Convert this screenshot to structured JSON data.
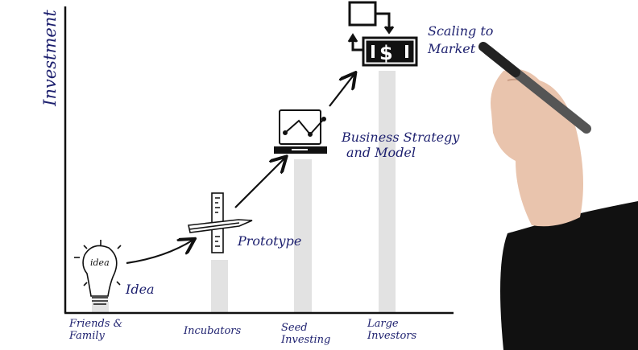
{
  "y_axis_label": "Investment",
  "categories": [
    {
      "label": "Friends & Family",
      "lines": [
        "Friends &",
        "Family"
      ],
      "relative_level": 0.04
    },
    {
      "label": "Incubators",
      "lines": [
        "Incubators"
      ],
      "relative_level": 0.22
    },
    {
      "label": "Seed Investing",
      "lines": [
        "Seed",
        "Investing"
      ],
      "relative_level": 0.63
    },
    {
      "label": "Large Investors",
      "lines": [
        "Large",
        "Investors"
      ],
      "relative_level": 1.0
    }
  ],
  "steps": [
    {
      "lines": [
        "Idea"
      ],
      "icon": "lightbulb-icon",
      "icon_text": "idea"
    },
    {
      "lines": [
        "Prototype"
      ],
      "icon": "pencil-ruler-icon"
    },
    {
      "lines": [
        "Business Strategy",
        "and Model"
      ],
      "icon": "laptop-chart-icon"
    },
    {
      "lines": [
        "Scaling to",
        "Market"
      ],
      "icon": "money-exchange-icon"
    }
  ],
  "colors": {
    "text": "#1c1f6e",
    "bar": "#e2e2e2",
    "ink": "#111111"
  }
}
